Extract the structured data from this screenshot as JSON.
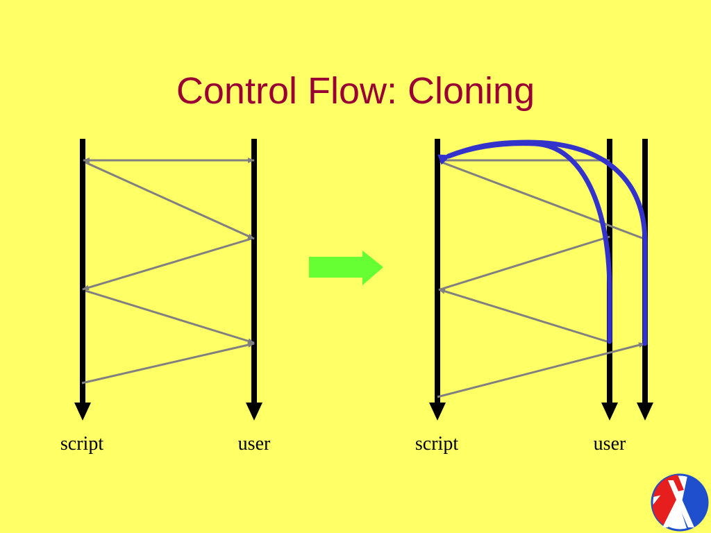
{
  "title": "Control Flow: Cloning",
  "left_diagram": {
    "script_label": "script",
    "user_label": "user"
  },
  "right_diagram": {
    "script_label": "script",
    "user_label": "user"
  },
  "colors": {
    "background": "#FFFF66",
    "title": "#990033",
    "timeline": "#000000",
    "message": "#808080",
    "clone_flow": "#3333CC",
    "transition_arrow": "#66FF33",
    "logo_red": "#E61E1E",
    "logo_blue": "#1F4FCC"
  },
  "icons": [
    "down-arrow-icon",
    "right-arrow-icon",
    "lambda-logo-icon"
  ]
}
